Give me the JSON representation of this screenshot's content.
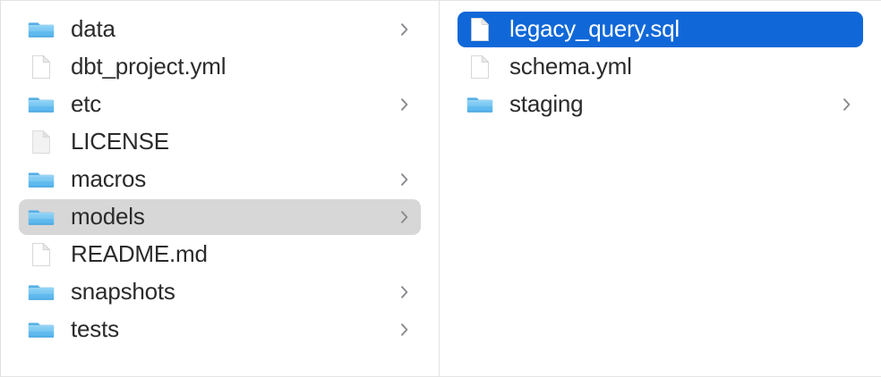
{
  "window": {
    "view": "column",
    "background": "#ffffff",
    "divider_color": "#e2e2e4",
    "selection_active_color": "#1068d8",
    "selection_inactive_color": "#d7d7d7",
    "text_color": "#2b2b2d",
    "folder_icon_color": "#6ec2f0",
    "chevron_color": "#8a8a8e"
  },
  "columns": [
    {
      "name": "parent-column",
      "items": [
        {
          "label": "data",
          "kind": "folder",
          "icon": "folder-icon",
          "has_chevron": true,
          "selected": false,
          "selection_style": "none"
        },
        {
          "label": "dbt_project.yml",
          "kind": "file",
          "icon": "document-icon",
          "has_chevron": false,
          "selected": false,
          "selection_style": "none"
        },
        {
          "label": "etc",
          "kind": "folder",
          "icon": "folder-icon",
          "has_chevron": true,
          "selected": false,
          "selection_style": "none"
        },
        {
          "label": "LICENSE",
          "kind": "file",
          "icon": "document-plain-icon",
          "has_chevron": false,
          "selected": false,
          "selection_style": "none"
        },
        {
          "label": "macros",
          "kind": "folder",
          "icon": "folder-icon",
          "has_chevron": true,
          "selected": false,
          "selection_style": "none"
        },
        {
          "label": "models",
          "kind": "folder",
          "icon": "folder-icon",
          "has_chevron": true,
          "selected": true,
          "selection_style": "inactive"
        },
        {
          "label": "README.md",
          "kind": "file",
          "icon": "document-icon",
          "has_chevron": false,
          "selected": false,
          "selection_style": "none"
        },
        {
          "label": "snapshots",
          "kind": "folder",
          "icon": "folder-icon",
          "has_chevron": true,
          "selected": false,
          "selection_style": "none"
        },
        {
          "label": "tests",
          "kind": "folder",
          "icon": "folder-icon",
          "has_chevron": true,
          "selected": false,
          "selection_style": "none"
        }
      ]
    },
    {
      "name": "child-column",
      "items": [
        {
          "label": "legacy_query.sql",
          "kind": "file",
          "icon": "document-icon",
          "has_chevron": false,
          "selected": true,
          "selection_style": "active"
        },
        {
          "label": "schema.yml",
          "kind": "file",
          "icon": "document-icon",
          "has_chevron": false,
          "selected": false,
          "selection_style": "none"
        },
        {
          "label": "staging",
          "kind": "folder",
          "icon": "folder-icon",
          "has_chevron": true,
          "selected": false,
          "selection_style": "none"
        }
      ]
    }
  ]
}
